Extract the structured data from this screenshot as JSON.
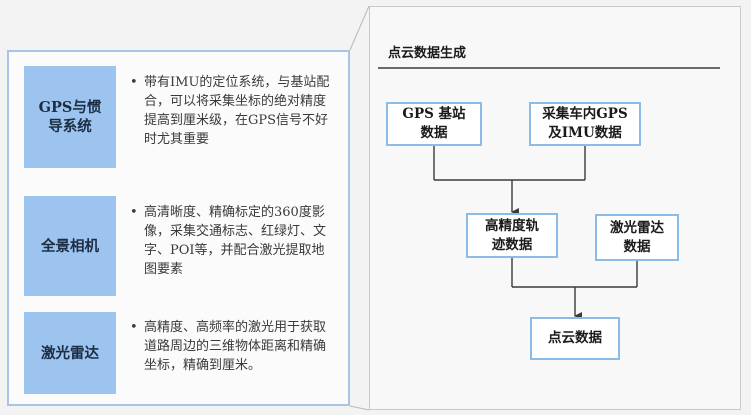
{
  "left": {
    "rows": [
      {
        "label": "GPS与惯\n导系统",
        "bullet": "•",
        "text": "带有IMU的定位系统，与基站配合，可以将采集坐标的绝对精度提高到厘米级，在GPS信号不好时尤其重要"
      },
      {
        "label": "全景相机",
        "bullet": "•",
        "text": "高清晰度、精确标定的360度影像，采集交通标志、红绿灯、文字、POI等，并配合激光提取地图要素"
      },
      {
        "label": "激光雷达",
        "bullet": "•",
        "text": "高精度、高频率的激光用于获取道路周边的三维物体距离和精确坐标，精确到厘米。"
      }
    ]
  },
  "right": {
    "title": "点云数据生成",
    "nodes": {
      "gps_station": "GPS 基站\n数据",
      "vehicle_gps_imu": "采集车内GPS\n及IMU数据",
      "trajectory": "高精度轨\n迹数据",
      "lidar": "激光雷达\n数据",
      "point_cloud": "点云数据"
    }
  },
  "colors": {
    "tag_fill": "#9cc4ee",
    "panel_border": "#a9c4e6",
    "node_border": "#8dbbe8",
    "arrow": "#3a3a3a"
  }
}
